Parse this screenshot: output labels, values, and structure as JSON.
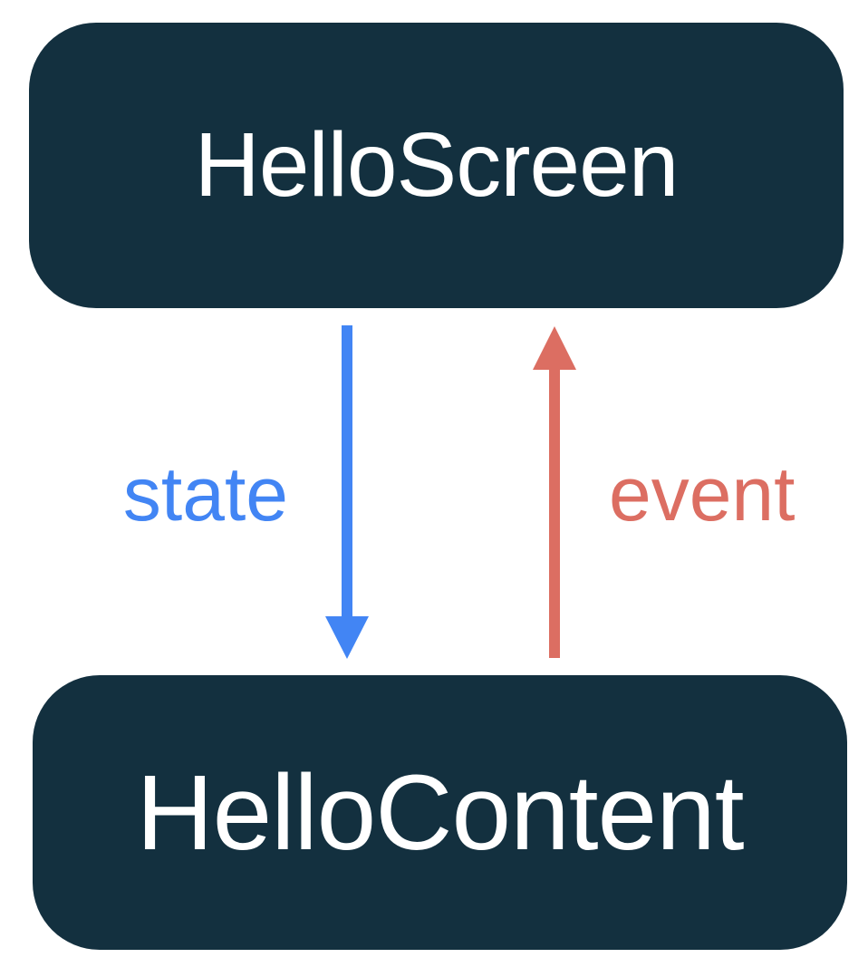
{
  "diagram": {
    "type": "unidirectional-data-flow",
    "nodes": [
      {
        "id": "hello-screen",
        "label": "HelloScreen"
      },
      {
        "id": "hello-content",
        "label": "HelloContent"
      }
    ],
    "edges": [
      {
        "id": "state",
        "label": "state",
        "from": "HelloScreen",
        "to": "HelloContent",
        "direction": "down",
        "color": "#4285F4"
      },
      {
        "id": "event",
        "label": "event",
        "from": "HelloContent",
        "to": "HelloScreen",
        "direction": "up",
        "color": "#DC6E62"
      }
    ],
    "colors": {
      "node_background": "#13303F",
      "node_text": "#FFFFFF",
      "state_blue": "#4285F4",
      "event_red": "#DC6E62",
      "page_background": "#FFFFFF"
    }
  }
}
